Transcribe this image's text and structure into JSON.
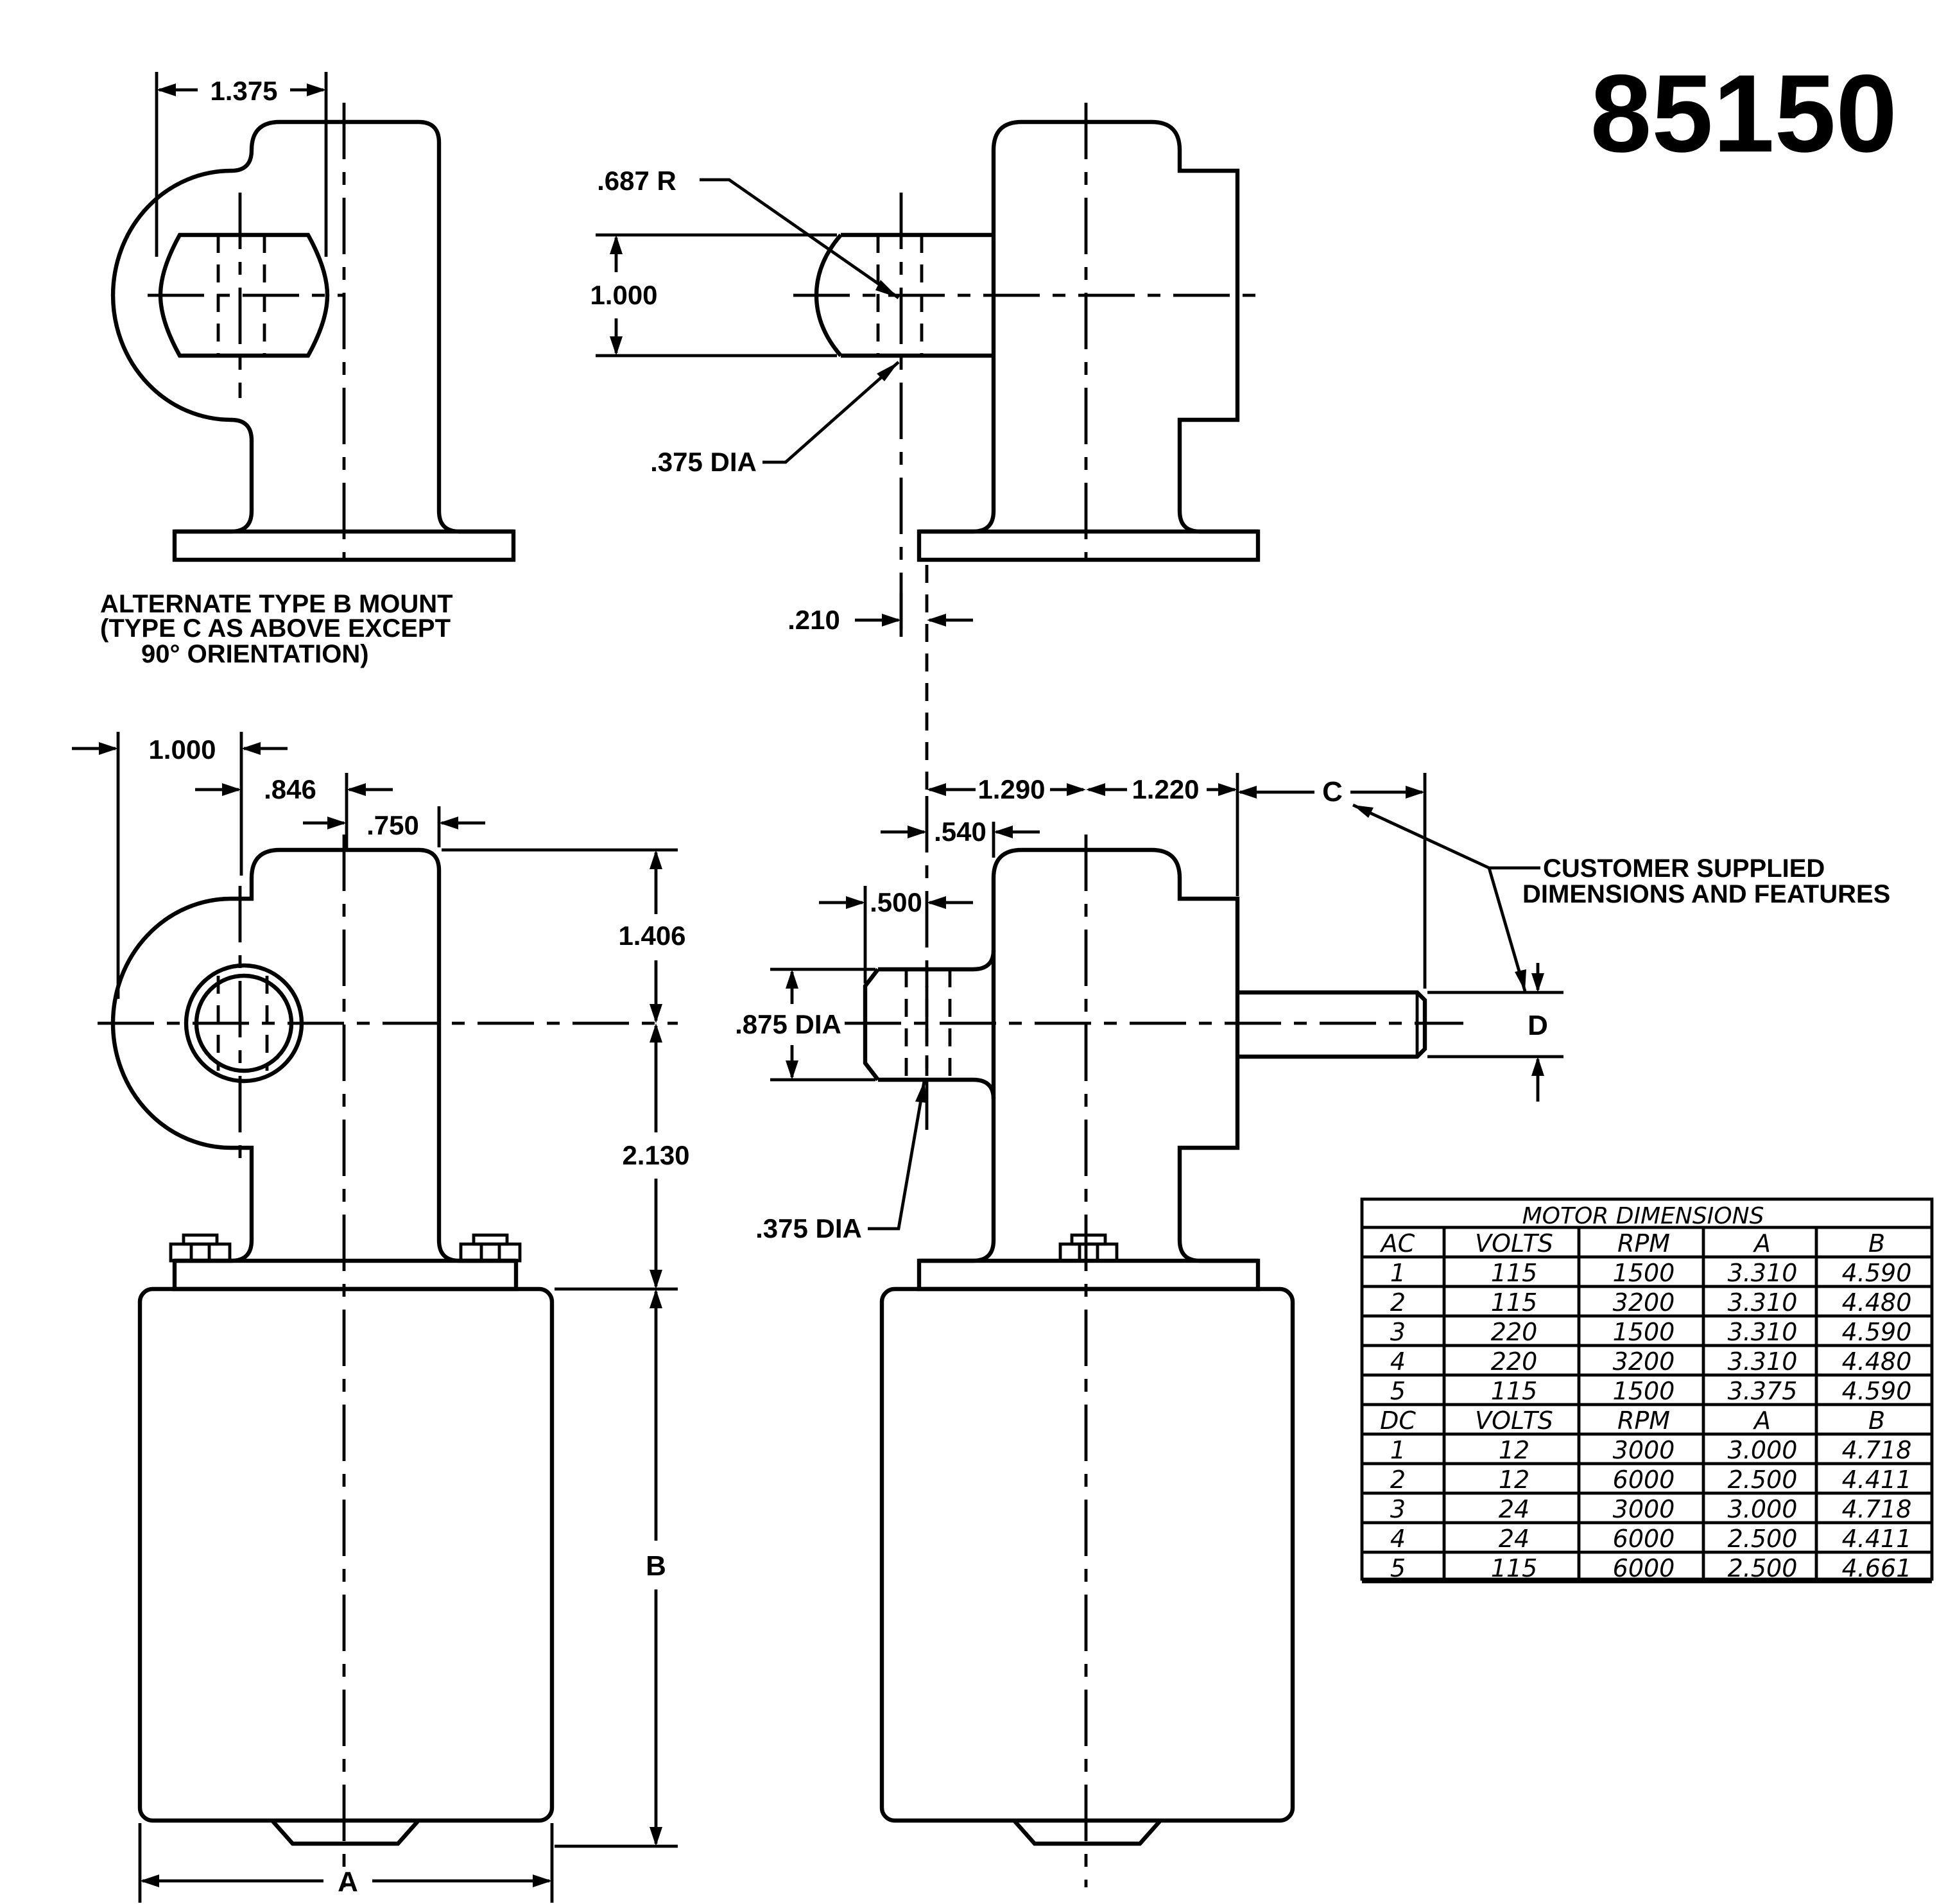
{
  "part_number": "85150",
  "notes": {
    "alternate_mount": [
      "ALTERNATE TYPE B MOUNT",
      "(TYPE C AS ABOVE EXCEPT",
      "90° ORIENTATION)"
    ],
    "customer": [
      "CUSTOMER SUPPLIED",
      "DIMENSIONS AND FEATURES"
    ]
  },
  "dimensions": {
    "top_left_1375": "1.375",
    "r_687": ".687 R",
    "d_1000_top": "1.000",
    "dia_375_top": ".375 DIA",
    "d_210": ".210",
    "d_1000_side": "1.000",
    "d_846": ".846",
    "d_750": ".750",
    "d_1406": "1.406",
    "d_2130": "2.130",
    "dim_B": "B",
    "dim_A": "A",
    "d_1290": "1.290",
    "d_1220": "1.220",
    "dim_C": "C",
    "d_540": ".540",
    "d_500": ".500",
    "dia_875": ".875 DIA",
    "dim_D": "D",
    "dia_375_front": ".375 DIA"
  },
  "motor_table": {
    "title": "MOTOR  DIMENSIONS",
    "ac_header": [
      "AC",
      "VOLTS",
      "RPM",
      "A",
      "B"
    ],
    "ac_rows": [
      [
        "1",
        "115",
        "1500",
        "3.310",
        "4.590"
      ],
      [
        "2",
        "115",
        "3200",
        "3.310",
        "4.480"
      ],
      [
        "3",
        "220",
        "1500",
        "3.310",
        "4.590"
      ],
      [
        "4",
        "220",
        "3200",
        "3.310",
        "4.480"
      ],
      [
        "5",
        "115",
        "1500",
        "3.375",
        "4.590"
      ]
    ],
    "dc_header": [
      "DC",
      "VOLTS",
      "RPM",
      "A",
      "B"
    ],
    "dc_rows": [
      [
        "1",
        "12",
        "3000",
        "3.000",
        "4.718"
      ],
      [
        "2",
        "12",
        "6000",
        "2.500",
        "4.411"
      ],
      [
        "3",
        "24",
        "3000",
        "3.000",
        "4.718"
      ],
      [
        "4",
        "24",
        "6000",
        "2.500",
        "4.411"
      ],
      [
        "5",
        "115",
        "6000",
        "2.500",
        "4.661"
      ]
    ]
  }
}
